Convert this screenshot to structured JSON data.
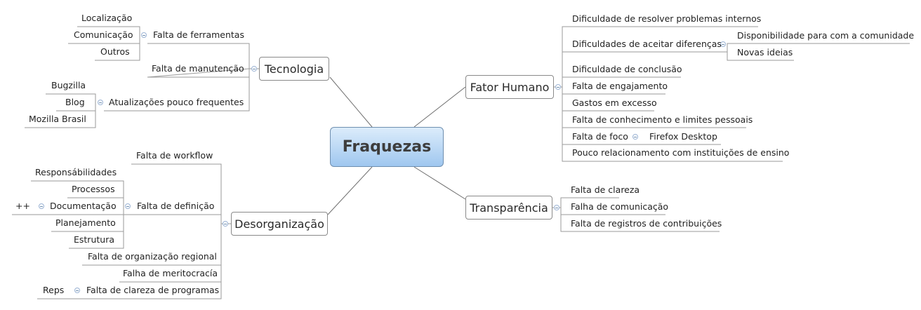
{
  "center": "Fraquezas",
  "tecnologia": {
    "label": "Tecnologia",
    "falta_ferramentas": "Falta de ferramentas",
    "localizacao": "Localização",
    "comunicacao": "Comunicação",
    "outros": "Outros",
    "falta_manutencao": "Falta de manutenção",
    "atualizacoes": "Atualizações pouco frequentes",
    "bugzilla": "Bugzilla",
    "blog": "Blog",
    "mozilla_brasil": "Mozilla Brasil"
  },
  "desorganizacao": {
    "label": "Desorganização",
    "workflow": "Falta de workflow",
    "definicao": "Falta de definição",
    "responsabilidades": "Responsábilidades",
    "processos": "Processos",
    "documentacao": "Documentação",
    "plusplus": "++",
    "planejamento": "Planejamento",
    "estrutura": "Estrutura",
    "org_regional": "Falta de organização regional",
    "meritocracia": "Falha de meritocracía",
    "clareza_programas": "Falta de clareza de programas",
    "reps": "Reps"
  },
  "fator_humano": {
    "label": "Fator Humano",
    "problemas_internos": "Dificuldade de resolver problemas internos",
    "aceitar_diferencas": "Dificuldades de aceitar diferenças",
    "disponibilidade": "Disponibilidade para com a comunidade",
    "novas_ideias": "Novas ideias",
    "conclusao": "Dificuldade de conclusão",
    "engajamento": "Falta de engajamento",
    "gastos": "Gastos em excesso",
    "conhecimento": "Falta de conhecimento e limites pessoais",
    "foco": "Falta de foco",
    "firefox": "Firefox Desktop",
    "relacionamento": "Pouco relacionamento com instituições de ensino"
  },
  "transparencia": {
    "label": "Transparência",
    "clareza": "Falta de clareza",
    "comunicacao": "Falha de comunicação",
    "registros": "Falta de registros de contribuições"
  }
}
